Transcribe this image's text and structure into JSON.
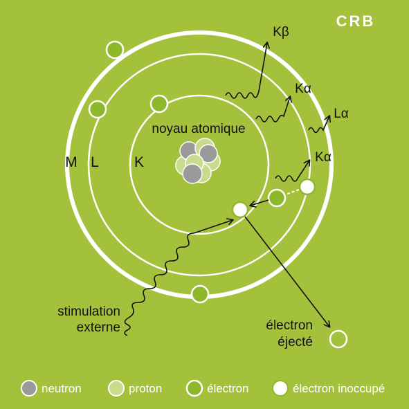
{
  "logo": {
    "text": "CRB"
  },
  "shells": {
    "K": "K",
    "L": "L",
    "M": "M"
  },
  "nucleus": {
    "label": "noyau atomique"
  },
  "emissions": {
    "k_beta": "Kβ",
    "k_alpha_1": "Kα",
    "l_alpha": "Lα",
    "k_alpha_2": "Kα"
  },
  "stimulation": {
    "line1": "stimulation",
    "line2": "externe"
  },
  "ejected": {
    "line1": "électron",
    "line2": "éjecté"
  },
  "legend": {
    "neutron": "neutron",
    "proton": "proton",
    "electron": "électron",
    "vacancy": "électron inoccupé"
  },
  "colors": {
    "background": "#a3c13a",
    "electron": "#8db82c",
    "proton": "#c8dc8e",
    "neutron": "#9a9a9a",
    "line": "#111111",
    "white": "#ffffff"
  }
}
